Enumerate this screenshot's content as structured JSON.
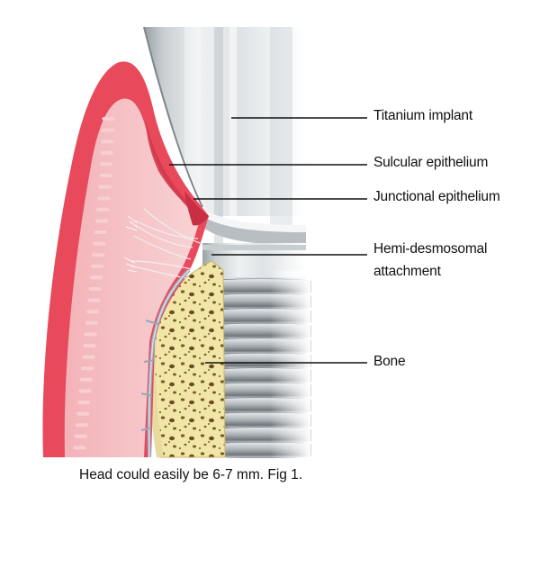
{
  "labels": {
    "titanium_implant": "Titanium implant",
    "sulcular_epithelium": "Sulcular epithelium",
    "junctional_epithelium": "Junctional epithelium",
    "hemi_desmosomal_line1": "Hemi-desmosomal",
    "hemi_desmosomal_line2": "attachment",
    "bone": "Bone"
  },
  "caption": "Head could easily be 6-7 mm.  Fig 1.",
  "colors": {
    "gingiva_outer": "#e84a5c",
    "gingiva_inner": "#f6c4c8",
    "bone": "#f1e6a8",
    "bone_pores": "#7a5a2a",
    "implant_light": "#f2f4f5",
    "implant_dark": "#8e9599",
    "collar": "#1c1c1c"
  }
}
